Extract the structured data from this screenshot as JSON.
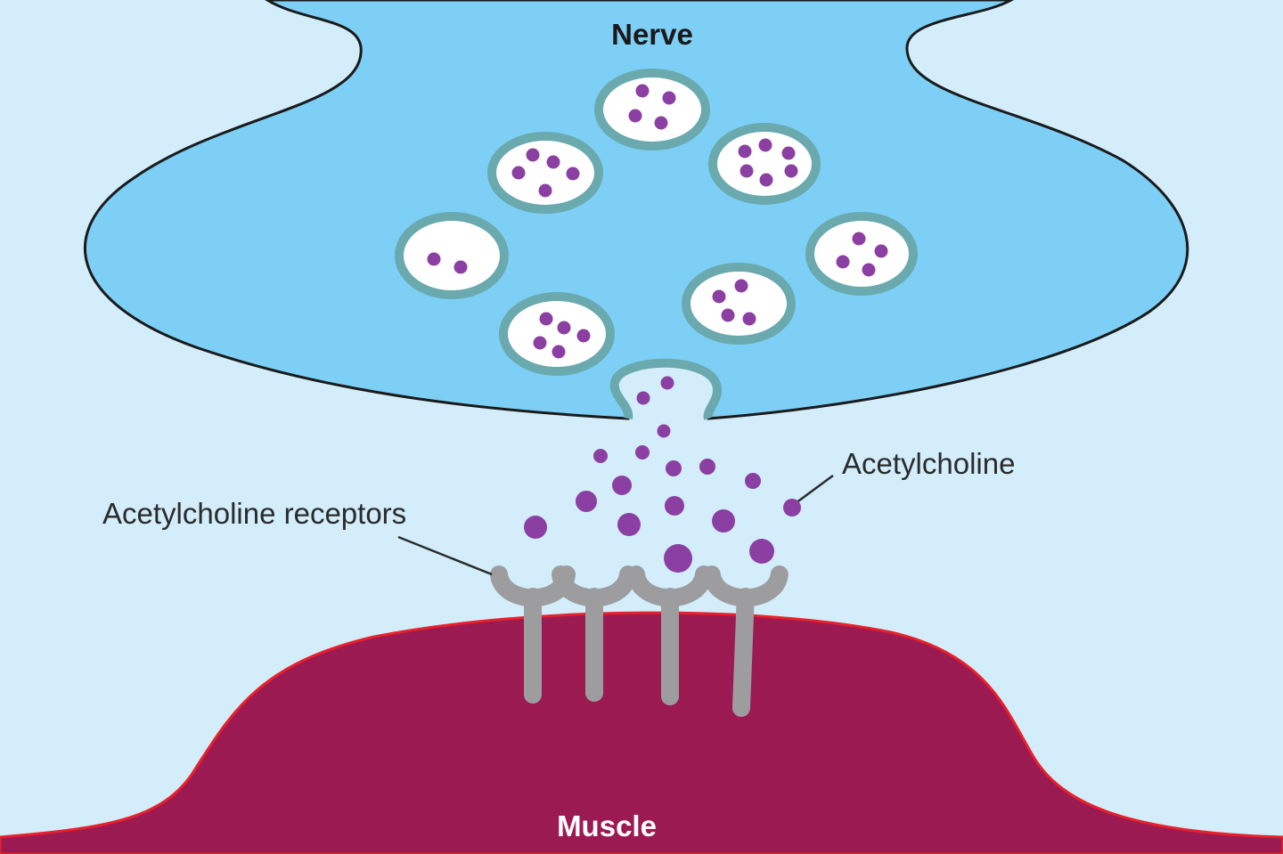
{
  "colors": {
    "background": "#d3edfb",
    "nerve_fill": "#7dcff5",
    "nerve_outline": "#1a1a1a",
    "vesicle_ring": "#6aa9ad",
    "vesicle_fill": "#ffffff",
    "acetylcholine": "#8c3fa3",
    "receptor": "#9d9d9f",
    "muscle_fill": "#9c1a52",
    "muscle_outline": "#e8202a",
    "muscle_label": "#ffffff",
    "nerve_label": "#1a1a1a",
    "label_text": "#2b2b2b",
    "leader_line": "#2b2b2b"
  },
  "labels": {
    "nerve": "Nerve",
    "muscle": "Muscle",
    "acetylcholine": "Acetylcholine",
    "acetylcholine_receptors": "Acetylcholine receptors"
  },
  "counts": {
    "vesicles": 8,
    "receptors": 4
  }
}
